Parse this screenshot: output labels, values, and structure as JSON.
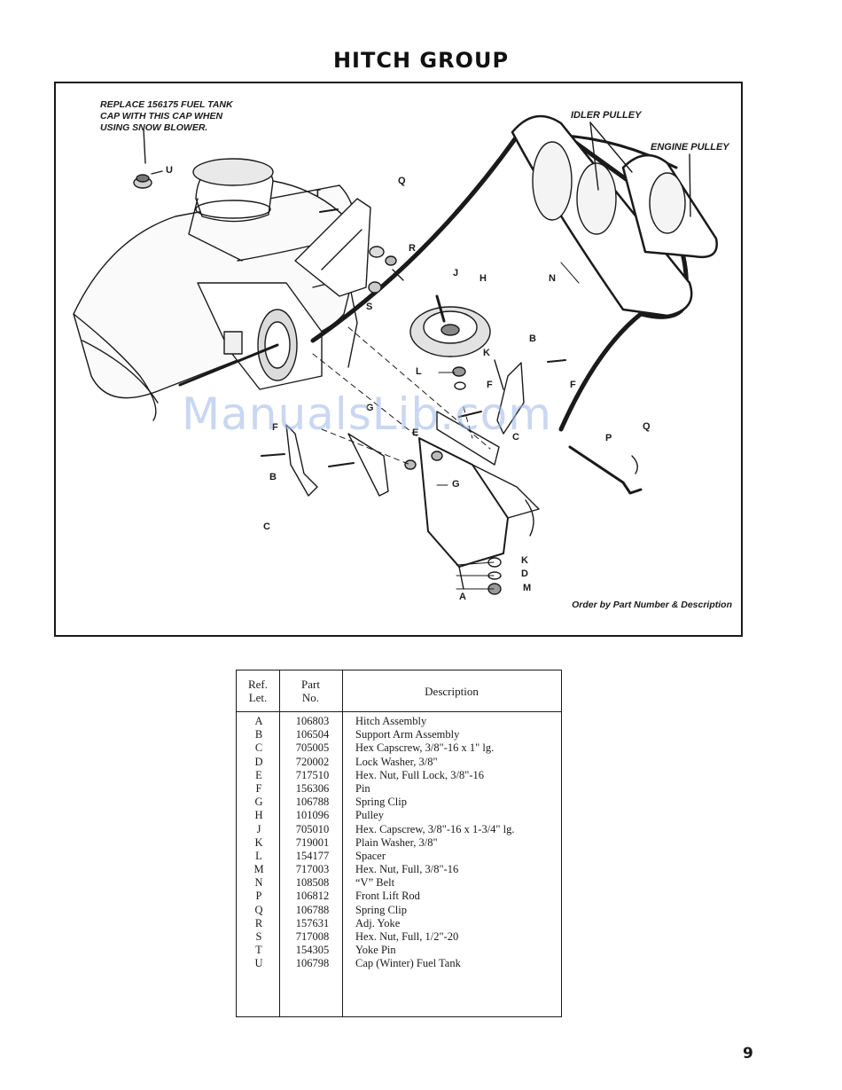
{
  "page": {
    "title": "HITCH GROUP",
    "number": "9",
    "watermark": "ManualsLib.com"
  },
  "diagram": {
    "note_lines": [
      "REPLACE 156175 FUEL TANK",
      "CAP WITH THIS CAP WHEN",
      "USING SNOW BLOWER."
    ],
    "callouts": {
      "idler_pulley": "IDLER PULLEY",
      "engine_pulley": "ENGINE PULLEY",
      "A": "A",
      "B1": "B",
      "B2": "B",
      "C1": "C",
      "C2": "C",
      "D": "D",
      "E": "E",
      "F1": "F",
      "F2": "F",
      "F3": "F",
      "G1": "G",
      "G2": "G",
      "H": "H",
      "J": "J",
      "K1": "K",
      "K2": "K",
      "L": "L",
      "M": "M",
      "N": "N",
      "P": "P",
      "Q1": "Q",
      "Q2": "Q",
      "R": "R",
      "S": "S",
      "T": "T",
      "U": "U"
    },
    "order_note": "Order by Part Number & Description"
  },
  "parts_table": {
    "headers": {
      "ref_line1": "Ref.",
      "ref_line2": "Let.",
      "part_line1": "Part",
      "part_line2": "No.",
      "description": "Description"
    },
    "rows": [
      {
        "ref": "A",
        "part": "106803",
        "desc": "Hitch Assembly"
      },
      {
        "ref": "B",
        "part": "106504",
        "desc": "Support Arm Assembly"
      },
      {
        "ref": "C",
        "part": "705005",
        "desc": "Hex Capscrew, 3/8\"-16 x 1\" lg."
      },
      {
        "ref": "D",
        "part": "720002",
        "desc": "Lock Washer, 3/8\""
      },
      {
        "ref": "E",
        "part": "717510",
        "desc": "Hex. Nut, Full Lock, 3/8\"-16"
      },
      {
        "ref": "F",
        "part": "156306",
        "desc": "Pin"
      },
      {
        "ref": "G",
        "part": "106788",
        "desc": "Spring Clip"
      },
      {
        "ref": "H",
        "part": "101096",
        "desc": "Pulley"
      },
      {
        "ref": "J",
        "part": "705010",
        "desc": "Hex. Capscrew, 3/8\"-16 x 1-3/4\" lg."
      },
      {
        "ref": "K",
        "part": "719001",
        "desc": "Plain Washer, 3/8\""
      },
      {
        "ref": "L",
        "part": "154177",
        "desc": "Spacer"
      },
      {
        "ref": "M",
        "part": "717003",
        "desc": "Hex. Nut, Full, 3/8\"-16"
      },
      {
        "ref": "N",
        "part": "108508",
        "desc": "“V” Belt"
      },
      {
        "ref": "P",
        "part": "106812",
        "desc": "Front Lift Rod"
      },
      {
        "ref": "Q",
        "part": "106788",
        "desc": "Spring Clip"
      },
      {
        "ref": "R",
        "part": "157631",
        "desc": "Adj. Yoke"
      },
      {
        "ref": "S",
        "part": "717008",
        "desc": "Hex. Nut, Full, 1/2\"-20"
      },
      {
        "ref": "T",
        "part": "154305",
        "desc": "Yoke Pin"
      },
      {
        "ref": "U",
        "part": "106798",
        "desc": "Cap (Winter) Fuel Tank"
      }
    ]
  },
  "colors": {
    "ink": "#1a1a1a",
    "watermark": "#9db8e6",
    "paper": "#ffffff"
  }
}
